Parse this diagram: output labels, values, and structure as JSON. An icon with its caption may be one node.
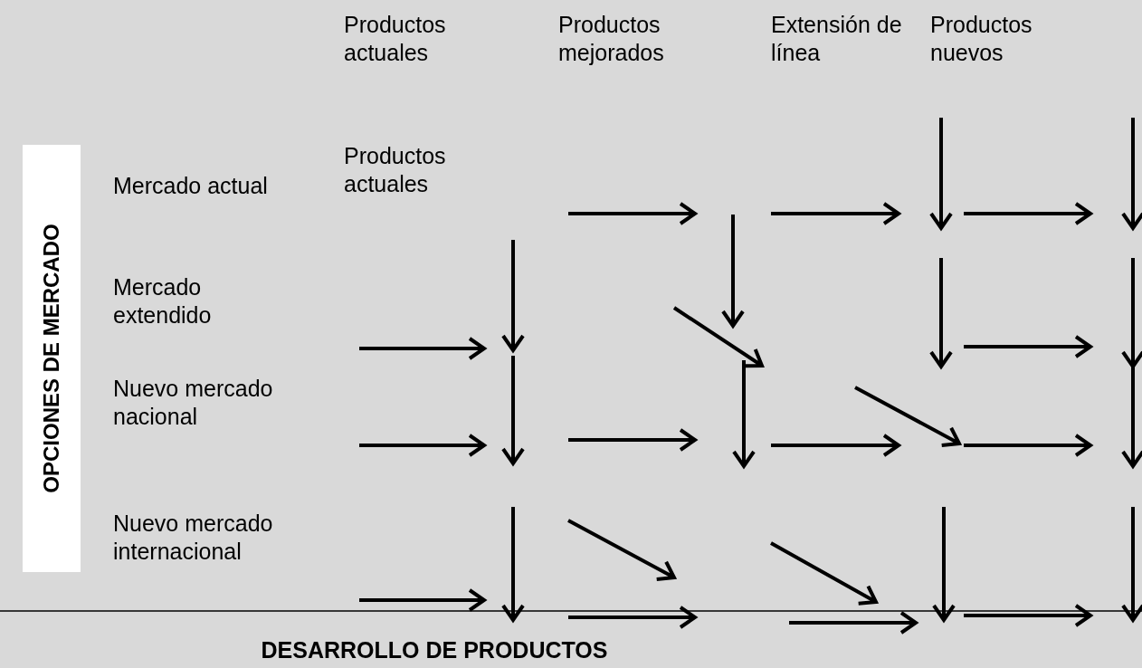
{
  "diagram": {
    "title": "DESARROLLO DE PRODUCTOS",
    "labels": [
      "Productos actuales",
      "Productos mejorados",
      "Extensión de línea",
      "Productos nuevos",
      "OPCIONES DE MERCADO",
      "Mercado actual",
      "Productos actuales",
      "Mercado extendido",
      "Nuevo mercado nacional",
      "Nuevo mercado internacional"
    ]
  }
}
